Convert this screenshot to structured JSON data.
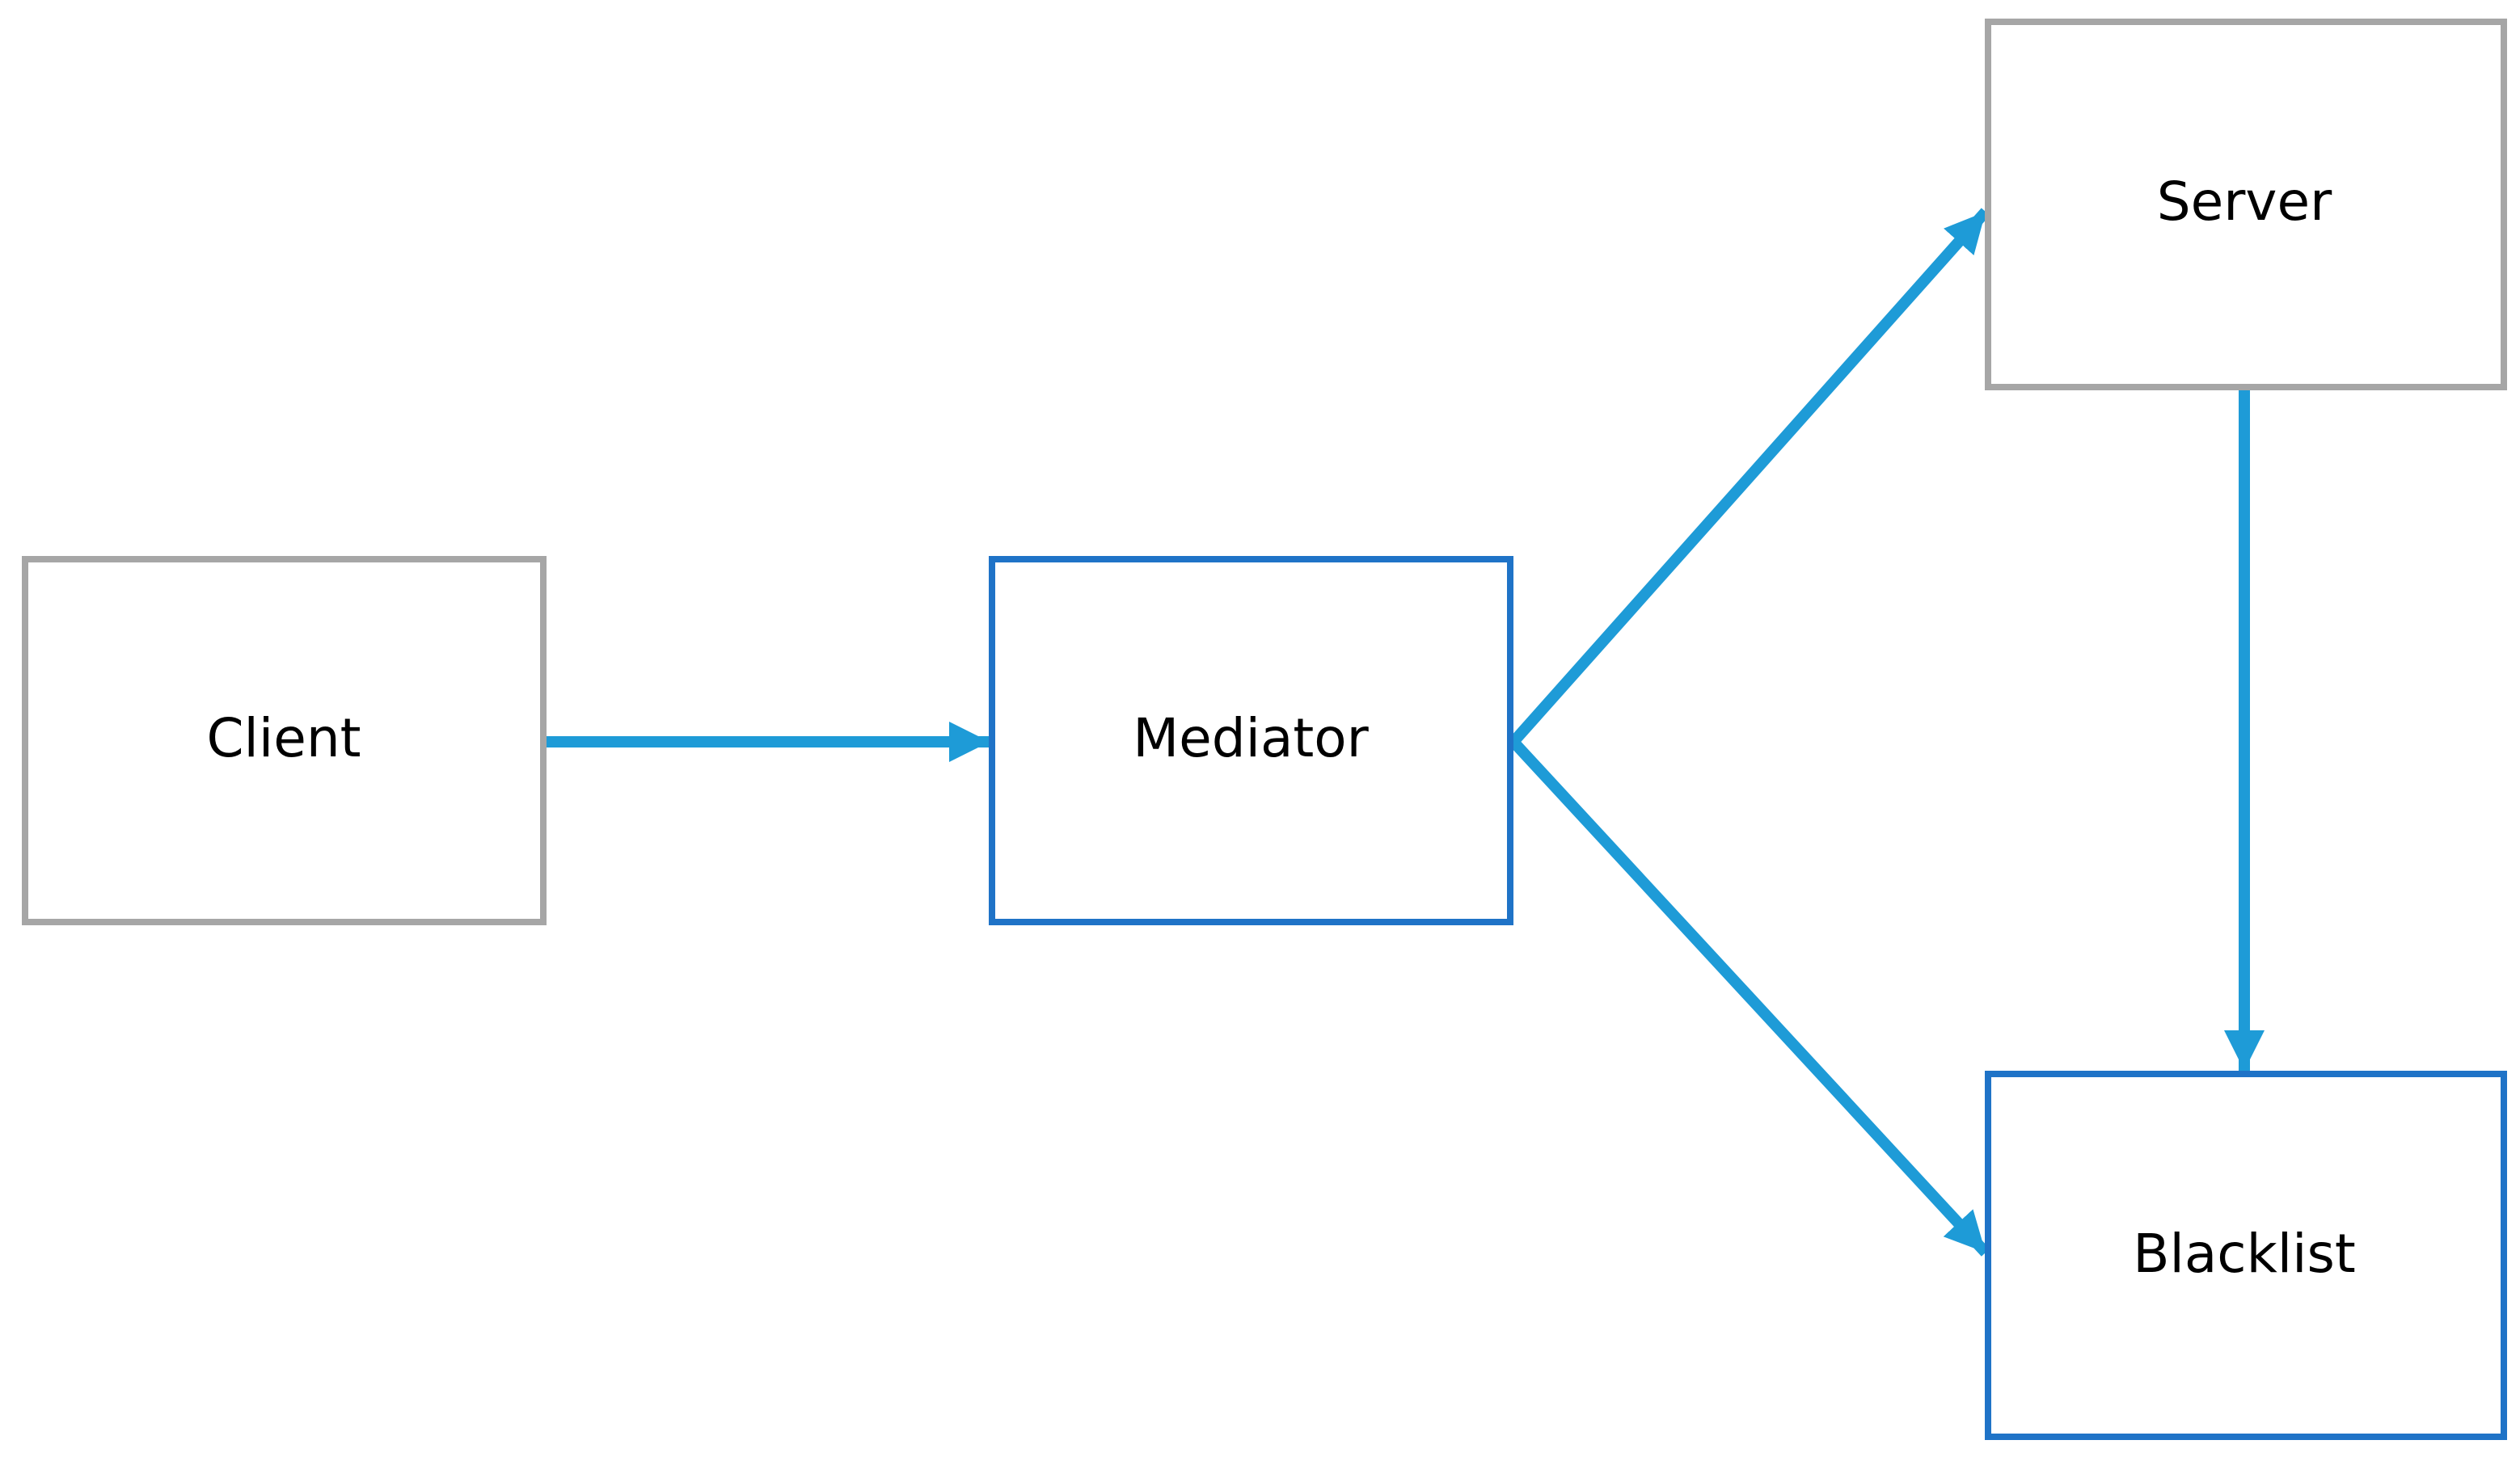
{
  "diagram": {
    "nodes": {
      "client": {
        "label": "Client",
        "border_color": "#A6A6A6"
      },
      "mediator": {
        "label": "Mediator",
        "border_color": "#1F73C7"
      },
      "server": {
        "label": "Server",
        "border_color": "#A6A6A6"
      },
      "blacklist": {
        "label": "Blacklist",
        "border_color": "#1F73C7"
      }
    },
    "edges": [
      {
        "from": "Client",
        "to": "Mediator"
      },
      {
        "from": "Mediator",
        "to": "Server"
      },
      {
        "from": "Mediator",
        "to": "Blacklist"
      },
      {
        "from": "Server",
        "to": "Blacklist"
      }
    ],
    "arrow_color": "#1E9BD7"
  }
}
